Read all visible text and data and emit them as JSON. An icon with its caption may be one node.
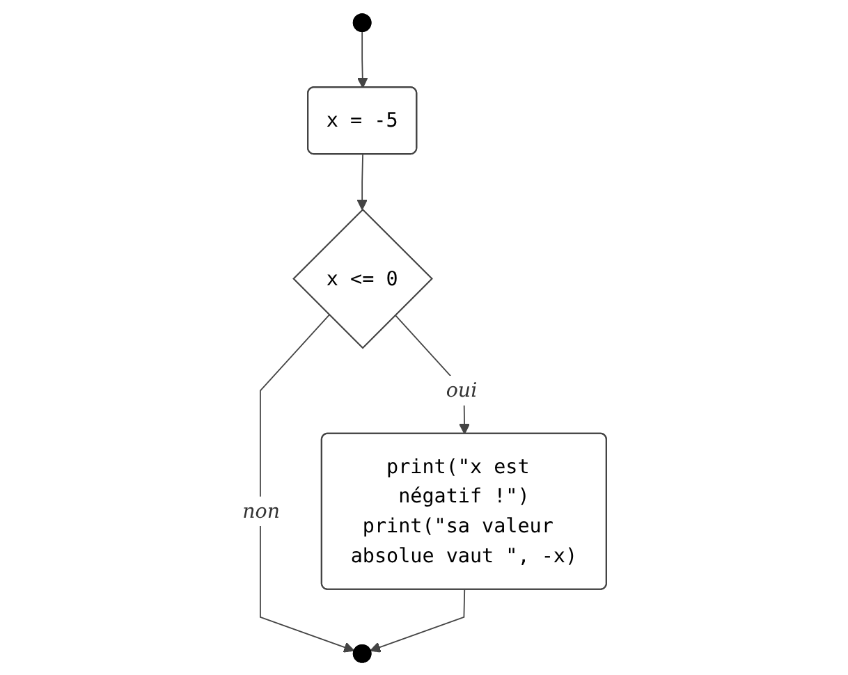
{
  "diagram": {
    "nodes": [
      {
        "text": [],
        "shape": "circle"
      },
      {
        "text": [
          "x = -5"
        ]
      },
      {
        "text": [
          "x <= 0"
        ]
      },
      {
        "text": [
          "print(\"x est négatif !\")",
          "print(\"sa valeur absolue vaut \", -x)"
        ]
      },
      {
        "text": [],
        "shape": "circle"
      }
    ],
    "edges": [
      {
        "from": 0,
        "to": 1,
        "arrow": "to"
      },
      {
        "from": 1,
        "to": 2,
        "arrow": "to"
      },
      {
        "from": 2,
        "to": 3,
        "label": "oui",
        "arrow": "to"
      },
      {
        "from": 2,
        "to": 4,
        "label": "non",
        "arrow": "to"
      },
      {
        "from": 3,
        "to": 4,
        "arrow": "to"
      }
    ]
  }
}
